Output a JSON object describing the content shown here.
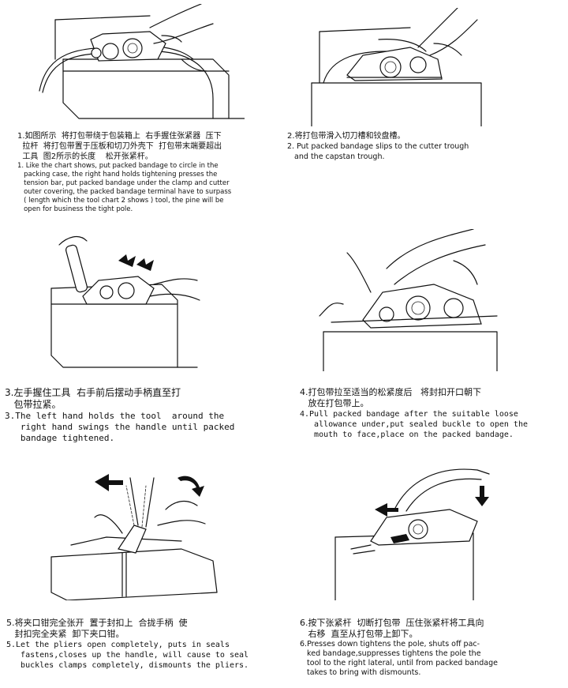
{
  "steps": [
    {
      "zh": [
        "1.如图所示  将打包带绕于包装箱上  右手握住张紧器  压下",
        "  拉杆  将打包带置于压板和切刀外壳下  打包带末端要超出",
        "  工具  图2所示的长度    松开张紧杆。"
      ],
      "en": [
        "1. Like the chart shows, put packed bandage to circle in the",
        "   packing case, the right hand holds tightening presses the",
        "   tension bar, put packed bandage under the clamp and cutter",
        "   outer covering, the packed bandage terminal have to surpass",
        "   ( length which the tool chart 2 shows ) tool, the pine will be",
        "   open for business the tight pole."
      ]
    },
    {
      "zh": [
        "2.将打包带滑入切刀槽和铰盘槽。"
      ],
      "en": [
        "2. Put packed bandage slips to the cutter trough",
        "   and the capstan trough."
      ]
    },
    {
      "zh": [
        "3.左手握住工具  右手前后摆动手柄直至打",
        "   包带拉紧。"
      ],
      "en": [
        "3.The left hand holds the tool  around the",
        "   right hand swings the handle until packed",
        "   bandage tightened."
      ]
    },
    {
      "zh": [
        "4.打包带拉至适当的松紧度后   将封扣开口朝下",
        "   放在打包带上。"
      ],
      "en": [
        "4.Pull packed bandage after the suitable loose",
        "   allowance under,put sealed buckle to open the",
        "   mouth to face,place on the packed bandage."
      ]
    },
    {
      "zh": [
        "5.将夹口钳完全张开  置于封扣上  合拢手柄  使",
        "   封扣完全夹紧  卸下夹口钳。"
      ],
      "en": [
        "5.Let the pliers open completely, puts in seals",
        "   fastens,closes up the handle, will cause to seal",
        "   buckles clamps completely, dismounts the pliers."
      ]
    },
    {
      "zh": [
        "6.按下张紧杆  切断打包带  压住张紧杆将工具向",
        "   右移  直至从打包带上卸下。"
      ],
      "en": [
        "6.Presses down tightens the pole, shuts off pac-",
        "   ked bandage,suppresses tightens the pole the",
        "   tool to the right lateral, until from packed bandage",
        "   takes to bring with dismounts."
      ]
    }
  ]
}
